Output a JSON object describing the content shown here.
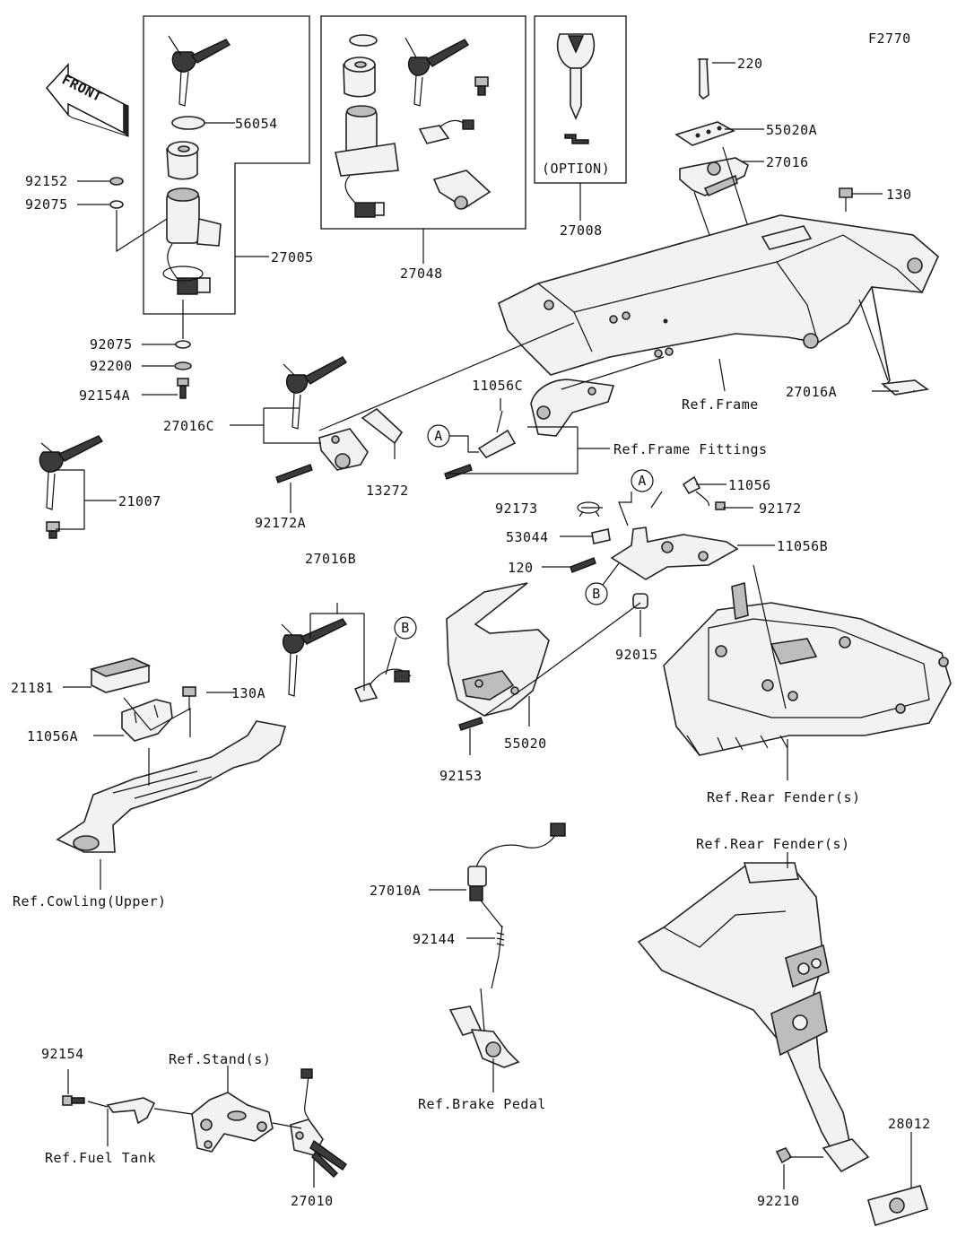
{
  "diagram_code": "F2770",
  "front_label": "FRONT",
  "refs": {
    "a": "A",
    "b": "B"
  },
  "labels": {
    "p56054": "56054",
    "p92152": "92152",
    "p92075": "92075",
    "p27005": "27005",
    "p92200": "92200",
    "p92154A": "92154A",
    "p27048": "27048",
    "option": "(OPTION)",
    "p27008": "27008",
    "p220": "220",
    "p55020A": "55020A",
    "p27016": "27016",
    "p130": "130",
    "ref_frame": "Ref.Frame",
    "p27016A": "27016A",
    "p11056C": "11056C",
    "ref_frame_fittings": "Ref.Frame Fittings",
    "p27016C": "27016C",
    "p13272": "13272",
    "p92172A": "92172A",
    "p21007": "21007",
    "p11056": "11056",
    "p92173": "92173",
    "p92172": "92172",
    "p53044": "53044",
    "p120": "120",
    "p11056B": "11056B",
    "p27016B": "27016B",
    "p92015": "92015",
    "p21181": "21181",
    "p130A": "130A",
    "p11056A": "11056A",
    "p55020": "55020",
    "p92153": "92153",
    "ref_rear_fender": "Ref.Rear Fender(s)",
    "ref_cowling": "Ref.Cowling(Upper)",
    "p27010A": "27010A",
    "p92144": "92144",
    "ref_brake_pedal": "Ref.Brake Pedal",
    "p92154": "92154",
    "ref_stand": "Ref.Stand(s)",
    "ref_fuel_tank": "Ref.Fuel Tank",
    "p27010": "27010",
    "p28012": "28012",
    "p92210": "92210"
  }
}
